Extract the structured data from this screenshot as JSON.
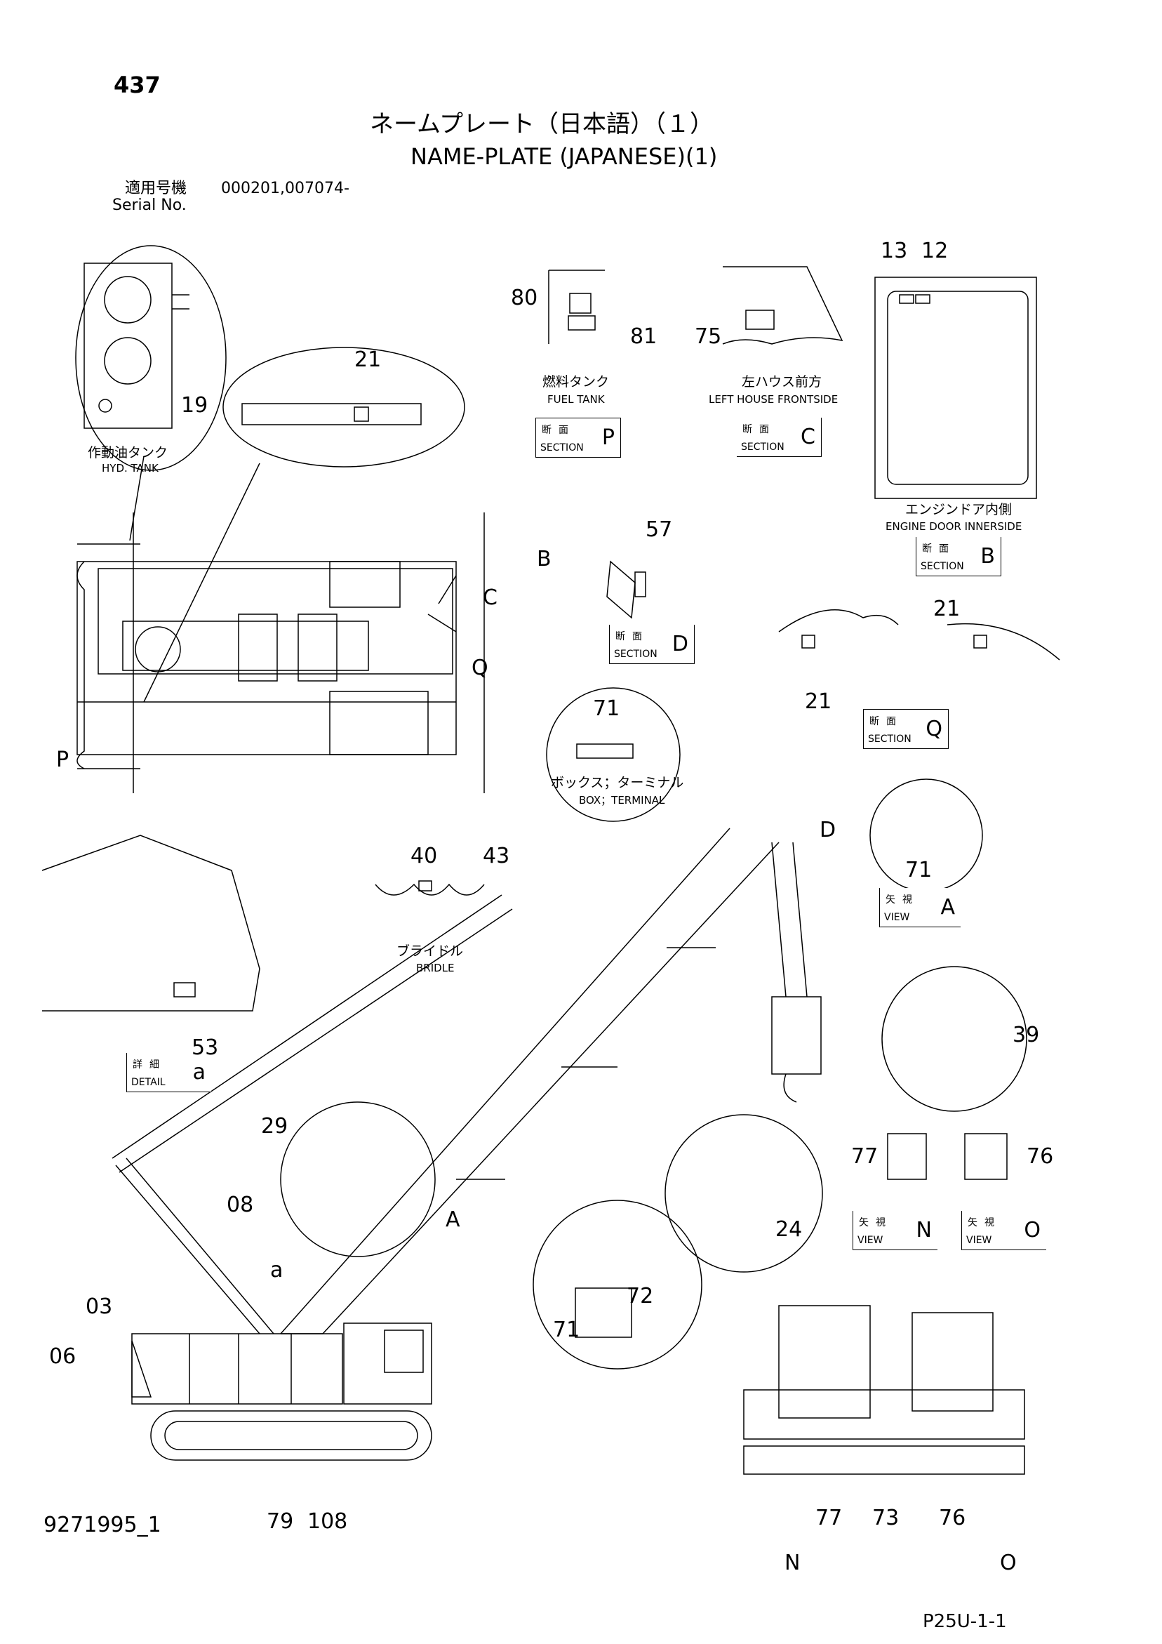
{
  "header": {
    "page_number": "437",
    "title_jp": "ネームプレート（日本語）（１）",
    "title_en": "NAME-PLATE (JAPANESE)(1)",
    "serial_label_jp": "適用号機",
    "serial_values": "000201,007074-",
    "serial_label_en": "Serial No."
  },
  "captions": {
    "hyd_tank_jp": "作動油タンク",
    "hyd_tank_en": "HYD. TANK",
    "fuel_tank_jp": "燃料タンク",
    "fuel_tank_en": "FUEL TANK",
    "left_house_jp": "左ハウス前方",
    "left_house_en": "LEFT HOUSE FRONTSIDE",
    "engine_door_jp": "エンジンドア内側",
    "engine_door_en": "ENGINE DOOR INNERSIDE",
    "box_terminal_jp": "ボックス；ターミナル",
    "box_terminal_en": "BOX；TERMINAL",
    "bridle_jp": "ブライドル",
    "bridle_en": "BRIDLE"
  },
  "label_boxes": [
    {
      "jp": "断面",
      "en": "SECTION",
      "letter": "P"
    },
    {
      "jp": "断面",
      "en": "SECTION",
      "letter": "C"
    },
    {
      "jp": "断面",
      "en": "SECTION",
      "letter": "B"
    },
    {
      "jp": "断面",
      "en": "SECTION",
      "letter": "D"
    },
    {
      "jp": "断面",
      "en": "SECTION",
      "letter": "Q"
    },
    {
      "jp": "矢視",
      "en": "VIEW",
      "letter": "A"
    },
    {
      "jp": "詳細",
      "en": "DETAIL",
      "letter": "a"
    },
    {
      "jp": "矢視",
      "en": "VIEW",
      "letter": "N"
    },
    {
      "jp": "矢視",
      "en": "VIEW",
      "letter": "O"
    }
  ],
  "view_markers": [
    "B",
    "C",
    "Q",
    "P",
    "D",
    "A",
    "N",
    "O"
  ],
  "part_callouts": [
    "13",
    "12",
    "80",
    "81",
    "75",
    "21",
    "19",
    "57",
    "21",
    "21",
    "71",
    "71",
    "40",
    "43",
    "53",
    "39",
    "29",
    "08",
    "24",
    "77",
    "76",
    "a",
    "03",
    "06",
    "72",
    "71",
    "79",
    "108",
    "77",
    "73",
    "76"
  ],
  "footer": {
    "drawing_number": "9271995_1",
    "page_code": "P25U-1-1"
  }
}
